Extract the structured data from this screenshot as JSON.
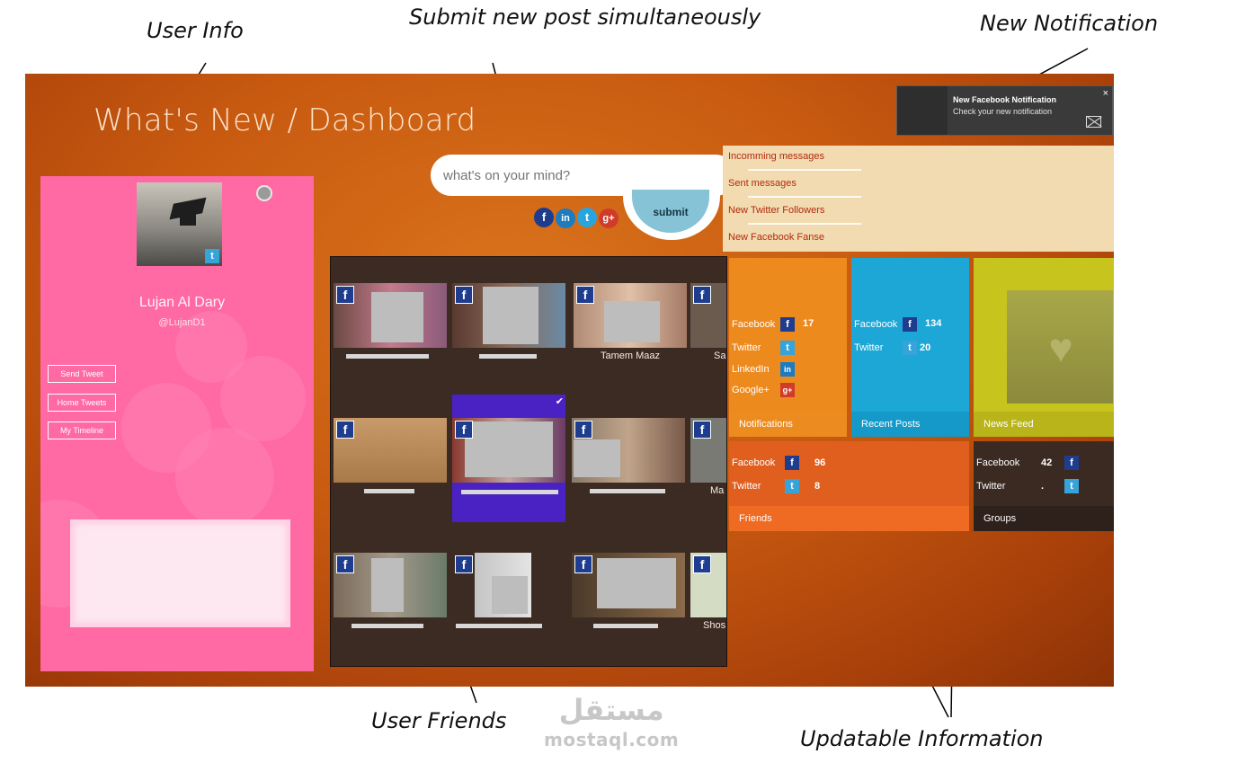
{
  "annotations": {
    "user_info": "User Info",
    "submit_post": "Submit new post simultaneously",
    "new_notification": "New Notification",
    "user_friends": "User Friends",
    "updatable_info": "Updatable Information"
  },
  "app": {
    "title": "What's New / Dashboard"
  },
  "profile": {
    "name": "Lujan Al Dary",
    "handle": "@LujanD1",
    "buttons": [
      "Send Tweet",
      "Home Tweets",
      "My Timeline"
    ]
  },
  "post": {
    "placeholder": "what's on your mind?",
    "submit_label": "submit",
    "networks": [
      {
        "icon": "facebook-icon",
        "glyph": "f",
        "color": "#1e3c8c"
      },
      {
        "icon": "linkedin-icon",
        "glyph": "in",
        "color": "#1d7bbf"
      },
      {
        "icon": "twitter-icon",
        "glyph": "t",
        "color": "#2aa4dc"
      },
      {
        "icon": "googleplus-icon",
        "glyph": "g+",
        "color": "#d03b2a"
      }
    ]
  },
  "friends": [
    {
      "name": "",
      "selected": false
    },
    {
      "name": "",
      "selected": false
    },
    {
      "name": "Tamem Maaz",
      "selected": false
    },
    {
      "name": "Sa",
      "selected": false
    },
    {
      "name": "",
      "selected": false
    },
    {
      "name": "",
      "selected": true
    },
    {
      "name": "",
      "selected": false
    },
    {
      "name": "Ma",
      "selected": false
    },
    {
      "name": "",
      "selected": false
    },
    {
      "name": "",
      "selected": false
    },
    {
      "name": "",
      "selected": false
    },
    {
      "name": "Shos",
      "selected": false
    }
  ],
  "messages": {
    "items": [
      "Incomming messages",
      "Sent messages",
      "New Twitter Followers",
      "New Facebook Fanse"
    ]
  },
  "notification": {
    "title": "New Facebook Notification",
    "body": "Check your new notification",
    "close": "×"
  },
  "tiles": {
    "notifications": {
      "label": "Notifications",
      "rows": [
        {
          "network": "Facebook",
          "count": "17"
        },
        {
          "network": "Twitter",
          "count": ""
        },
        {
          "network": "LinkedIn",
          "count": ""
        },
        {
          "network": "Google+",
          "count": ""
        }
      ]
    },
    "recent_posts": {
      "label": "Recent Posts",
      "rows": [
        {
          "network": "Facebook",
          "count": "134"
        },
        {
          "network": "Twitter",
          "count": "20"
        }
      ]
    },
    "news_feed": {
      "label": "News Feed"
    },
    "friends": {
      "label": "Friends",
      "rows": [
        {
          "network": "Facebook",
          "count": "96"
        },
        {
          "network": "Twitter",
          "count": "8"
        }
      ]
    },
    "groups": {
      "label": "Groups",
      "rows": [
        {
          "network": "Facebook",
          "count": "42"
        },
        {
          "network": "Twitter",
          "count": "."
        }
      ]
    }
  },
  "colors": {
    "facebook": "#1f3d8f",
    "twitter": "#36a3d9",
    "linkedin": "#1d7bbf",
    "googleplus": "#d03b2a",
    "profile_pink": "#ff69a4",
    "accent_orange": "#c85a10"
  },
  "watermark": {
    "arabic": "مستقل",
    "url": "mostaql.com"
  }
}
